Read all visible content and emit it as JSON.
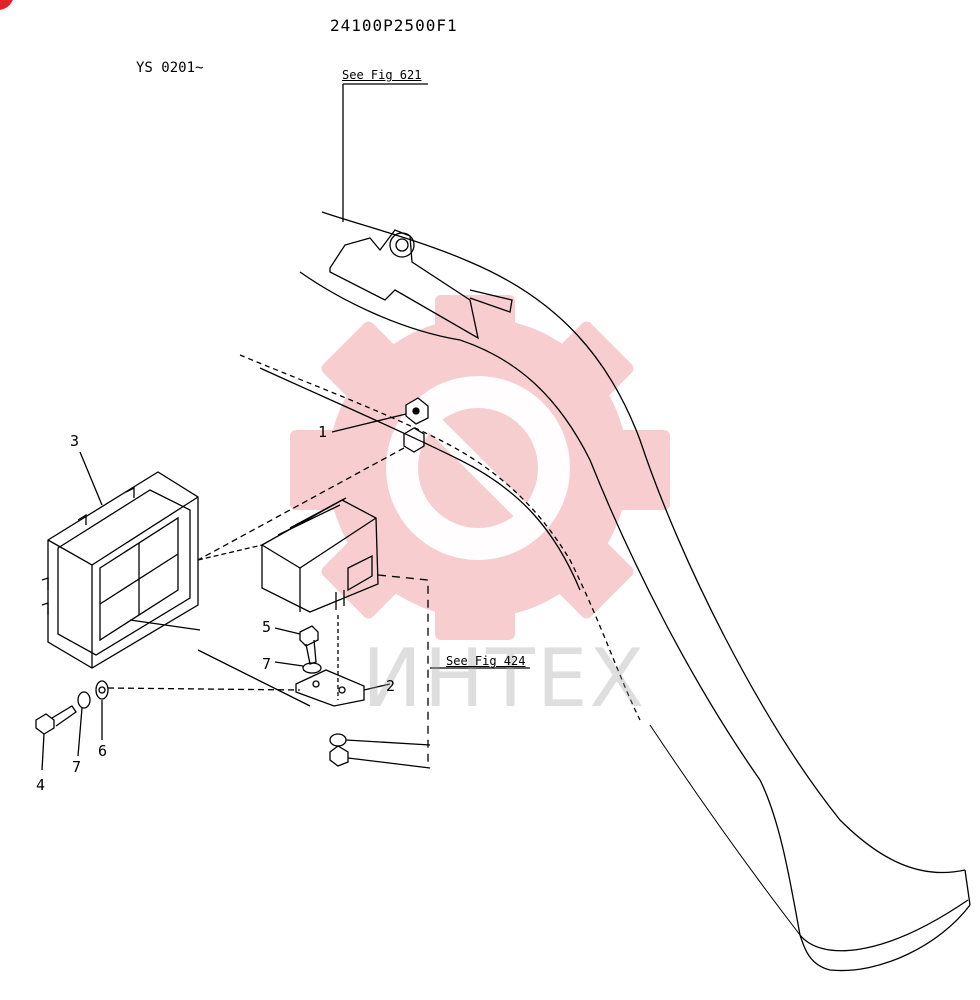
{
  "header": {
    "part_number": "24100P2500F1",
    "serial_range": "YS 0201~"
  },
  "references": {
    "top": "See Fig 621",
    "right": "See Fig 424"
  },
  "callouts": [
    "1",
    "2",
    "3",
    "4",
    "5",
    "6",
    "7",
    "7"
  ],
  "watermark": {
    "text": "ИНТЕХ",
    "color": "#f2b8bb"
  },
  "corner_badge_color": "#e0242a"
}
